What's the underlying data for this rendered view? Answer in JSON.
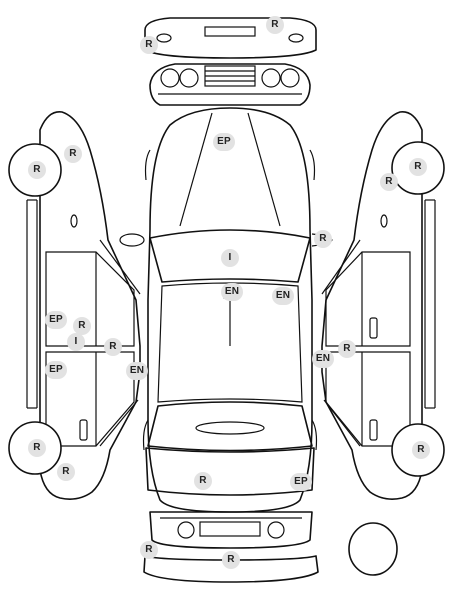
{
  "legend": {
    "badge_color": "#e2e2e2",
    "line_color": "#111111"
  },
  "markers": [
    {
      "id": "front-bumper-top",
      "code": "R"
    },
    {
      "id": "front-bumper-left",
      "code": "R"
    },
    {
      "id": "hood",
      "code": "EP"
    },
    {
      "id": "left-front-wheel",
      "code": "R"
    },
    {
      "id": "left-front-fender",
      "code": "R"
    },
    {
      "id": "right-front-wheel",
      "code": "R"
    },
    {
      "id": "right-front-fender",
      "code": "R"
    },
    {
      "id": "right-mirror",
      "code": "R"
    },
    {
      "id": "windshield",
      "code": "I"
    },
    {
      "id": "roof-center",
      "code": "EN"
    },
    {
      "id": "roof-right",
      "code": "EN"
    },
    {
      "id": "left-front-door",
      "code": "EP"
    },
    {
      "id": "left-front-door-r",
      "code": "R"
    },
    {
      "id": "left-front-door-i",
      "code": "I"
    },
    {
      "id": "left-sill",
      "code": "R"
    },
    {
      "id": "left-rear-door",
      "code": "EP"
    },
    {
      "id": "left-pillar",
      "code": "EN"
    },
    {
      "id": "right-pillar-r",
      "code": "R"
    },
    {
      "id": "right-pillar-en",
      "code": "EN"
    },
    {
      "id": "left-rear-wheel",
      "code": "R"
    },
    {
      "id": "left-rear-quarter",
      "code": "R"
    },
    {
      "id": "right-rear-wheel",
      "code": "R"
    },
    {
      "id": "trunk",
      "code": "R"
    },
    {
      "id": "rear-right-quarter",
      "code": "EP"
    },
    {
      "id": "rear-bumper-left",
      "code": "R"
    },
    {
      "id": "rear-bumper-bottom",
      "code": "R"
    }
  ]
}
